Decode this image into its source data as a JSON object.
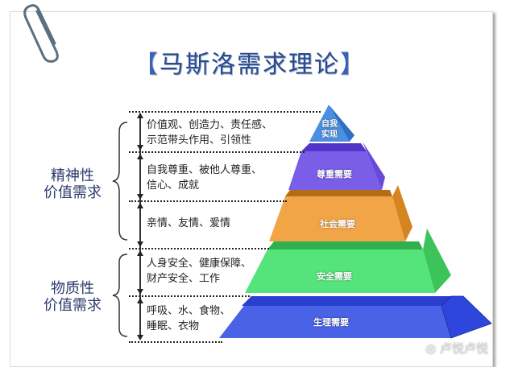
{
  "title": {
    "left_bracket": "【",
    "text": "马斯洛需求理论",
    "right_bracket": "】"
  },
  "groups": [
    {
      "line1": "精神性",
      "line2": "价值需求"
    },
    {
      "line1": "物质性",
      "line2": "价值需求"
    }
  ],
  "levels": [
    {
      "name": "自我实现",
      "name_line1": "自我",
      "name_line2": "实现",
      "desc_line1": "价值观、创造力、责任感、",
      "desc_line2": "示范带头作用、引领性",
      "color": "#4a8fe0"
    },
    {
      "name": "尊重需要",
      "desc_line1": "自我尊重、被他人尊重、",
      "desc_line2": "信心、成就",
      "color": "#7a5be8"
    },
    {
      "name": "社会需要",
      "desc_line1": "亲情、友情、爱情",
      "desc_line2": "",
      "color": "#f0a040"
    },
    {
      "name": "安全需要",
      "desc_line1": "人身安全、健康保障、",
      "desc_line2": "财产安全、工作",
      "color": "#4fe070"
    },
    {
      "name": "生理需要",
      "desc_line1": "呼吸、水、食物、",
      "desc_line2": "睡眠、衣物",
      "color": "#4a62e6"
    }
  ],
  "watermark": {
    "icon": "weibo-icon",
    "text": "卢悦卢悦"
  }
}
